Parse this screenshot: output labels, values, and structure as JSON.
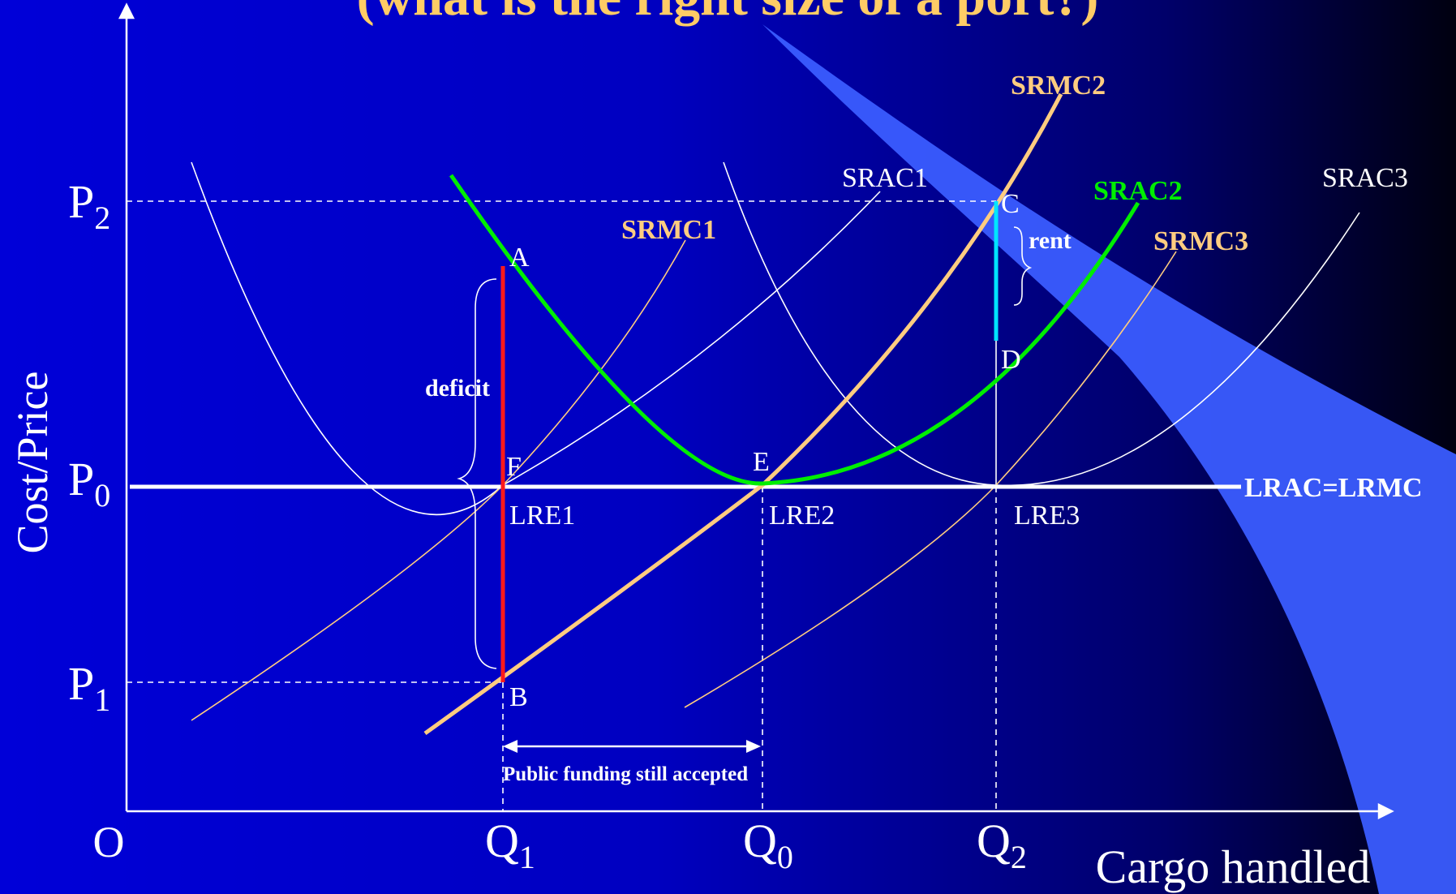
{
  "title": "(what is the right size of a port?)",
  "axes": {
    "y_label": "Cost/Price",
    "x_label": "Cargo handled",
    "origin": "O"
  },
  "price_levels": {
    "p2": {
      "base": "P",
      "sub": "2"
    },
    "p0": {
      "base": "P",
      "sub": "0"
    },
    "p1": {
      "base": "P",
      "sub": "1"
    }
  },
  "quantity_levels": {
    "q1": {
      "base": "Q",
      "sub": "1"
    },
    "q0": {
      "base": "Q",
      "sub": "0"
    },
    "q2": {
      "base": "Q",
      "sub": "2"
    }
  },
  "curve_labels": {
    "srmc1": "SRMC1",
    "srmc2": "SRMC2",
    "srmc3": "SRMC3",
    "srac1": "SRAC1",
    "srac2": "SRAC2",
    "srac3": "SRAC3",
    "lrac": "LRAC=LRMC"
  },
  "equilibrium_labels": {
    "lre1": "LRE1",
    "lre2": "LRE2",
    "lre3": "LRE3"
  },
  "points": {
    "a": "A",
    "b": "B",
    "c": "C",
    "d": "D",
    "e": "E",
    "f": "F"
  },
  "annotations": {
    "deficit": "deficit",
    "rent": "rent",
    "public_funding": "Public funding still accepted"
  },
  "colors": {
    "srac2": "#00ee00",
    "srmc": "#ffcc80",
    "deficit_line": "#ff1a1a",
    "rent_line": "#00e5ff",
    "demand_band": "#3a5cff",
    "title": "#ffcc66",
    "thin_curves": "#ffffff"
  }
}
